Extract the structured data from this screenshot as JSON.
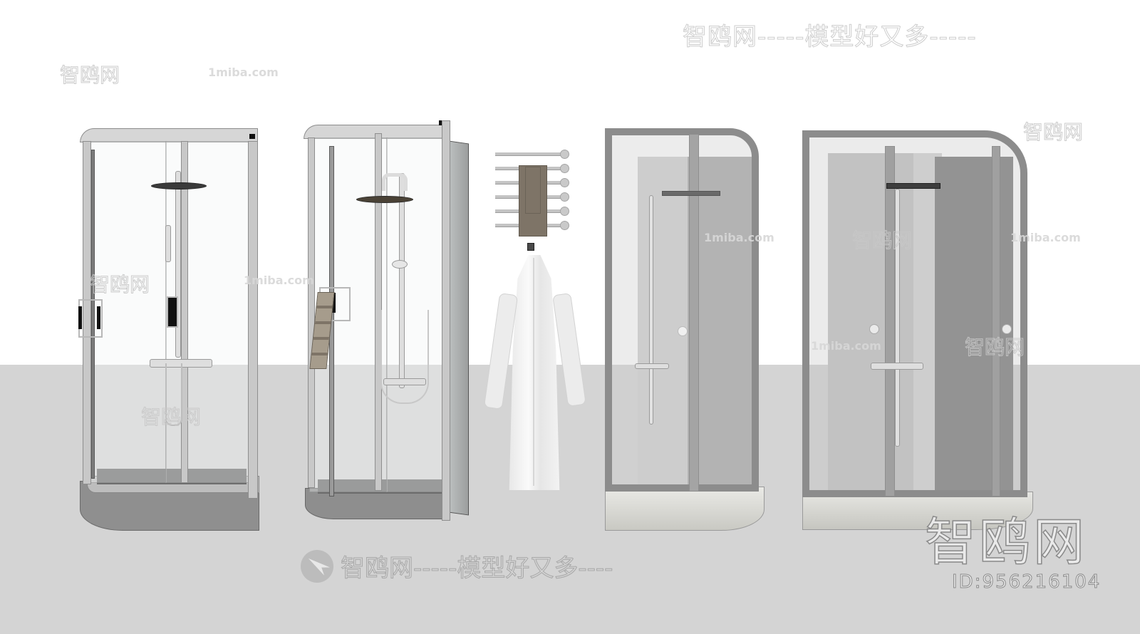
{
  "scene": {
    "description": "3D render of shower enclosures and bathroom accessories",
    "colors": {
      "wall": "#ffffff",
      "floor": "#d4d4d4",
      "frame_light": "#c8c8c8",
      "frame_dark": "#7d7d7d",
      "towel": "#7e7467",
      "robe": "#f2f2f2"
    },
    "products": [
      {
        "name": "quadrant-shower-enclosure-1",
        "frame": "light-silver",
        "tray": "dark-grey"
      },
      {
        "name": "quadrant-shower-enclosure-2",
        "frame": "light-silver",
        "tray": "dark-grey",
        "accessory": "towel-on-door-handle"
      },
      {
        "name": "towel-rail-and-bathrobe",
        "rail_bars": 6
      },
      {
        "name": "shower-cabin-3",
        "frame": "grey",
        "tray": "white"
      },
      {
        "name": "shower-cabin-4",
        "frame": "grey",
        "tray": "white"
      }
    ]
  },
  "watermarks": {
    "top_right": "智鸥网-----模型好又多-----",
    "top_left_brand": "智鸥网",
    "top_left_url": "1miba.com",
    "mid_brand": "智鸥网",
    "mid_url": "1miba.com",
    "bottom_center": "智鸥网-----模型好又多----",
    "logo_big": "智鸥网",
    "id_label": "ID:956216104"
  }
}
